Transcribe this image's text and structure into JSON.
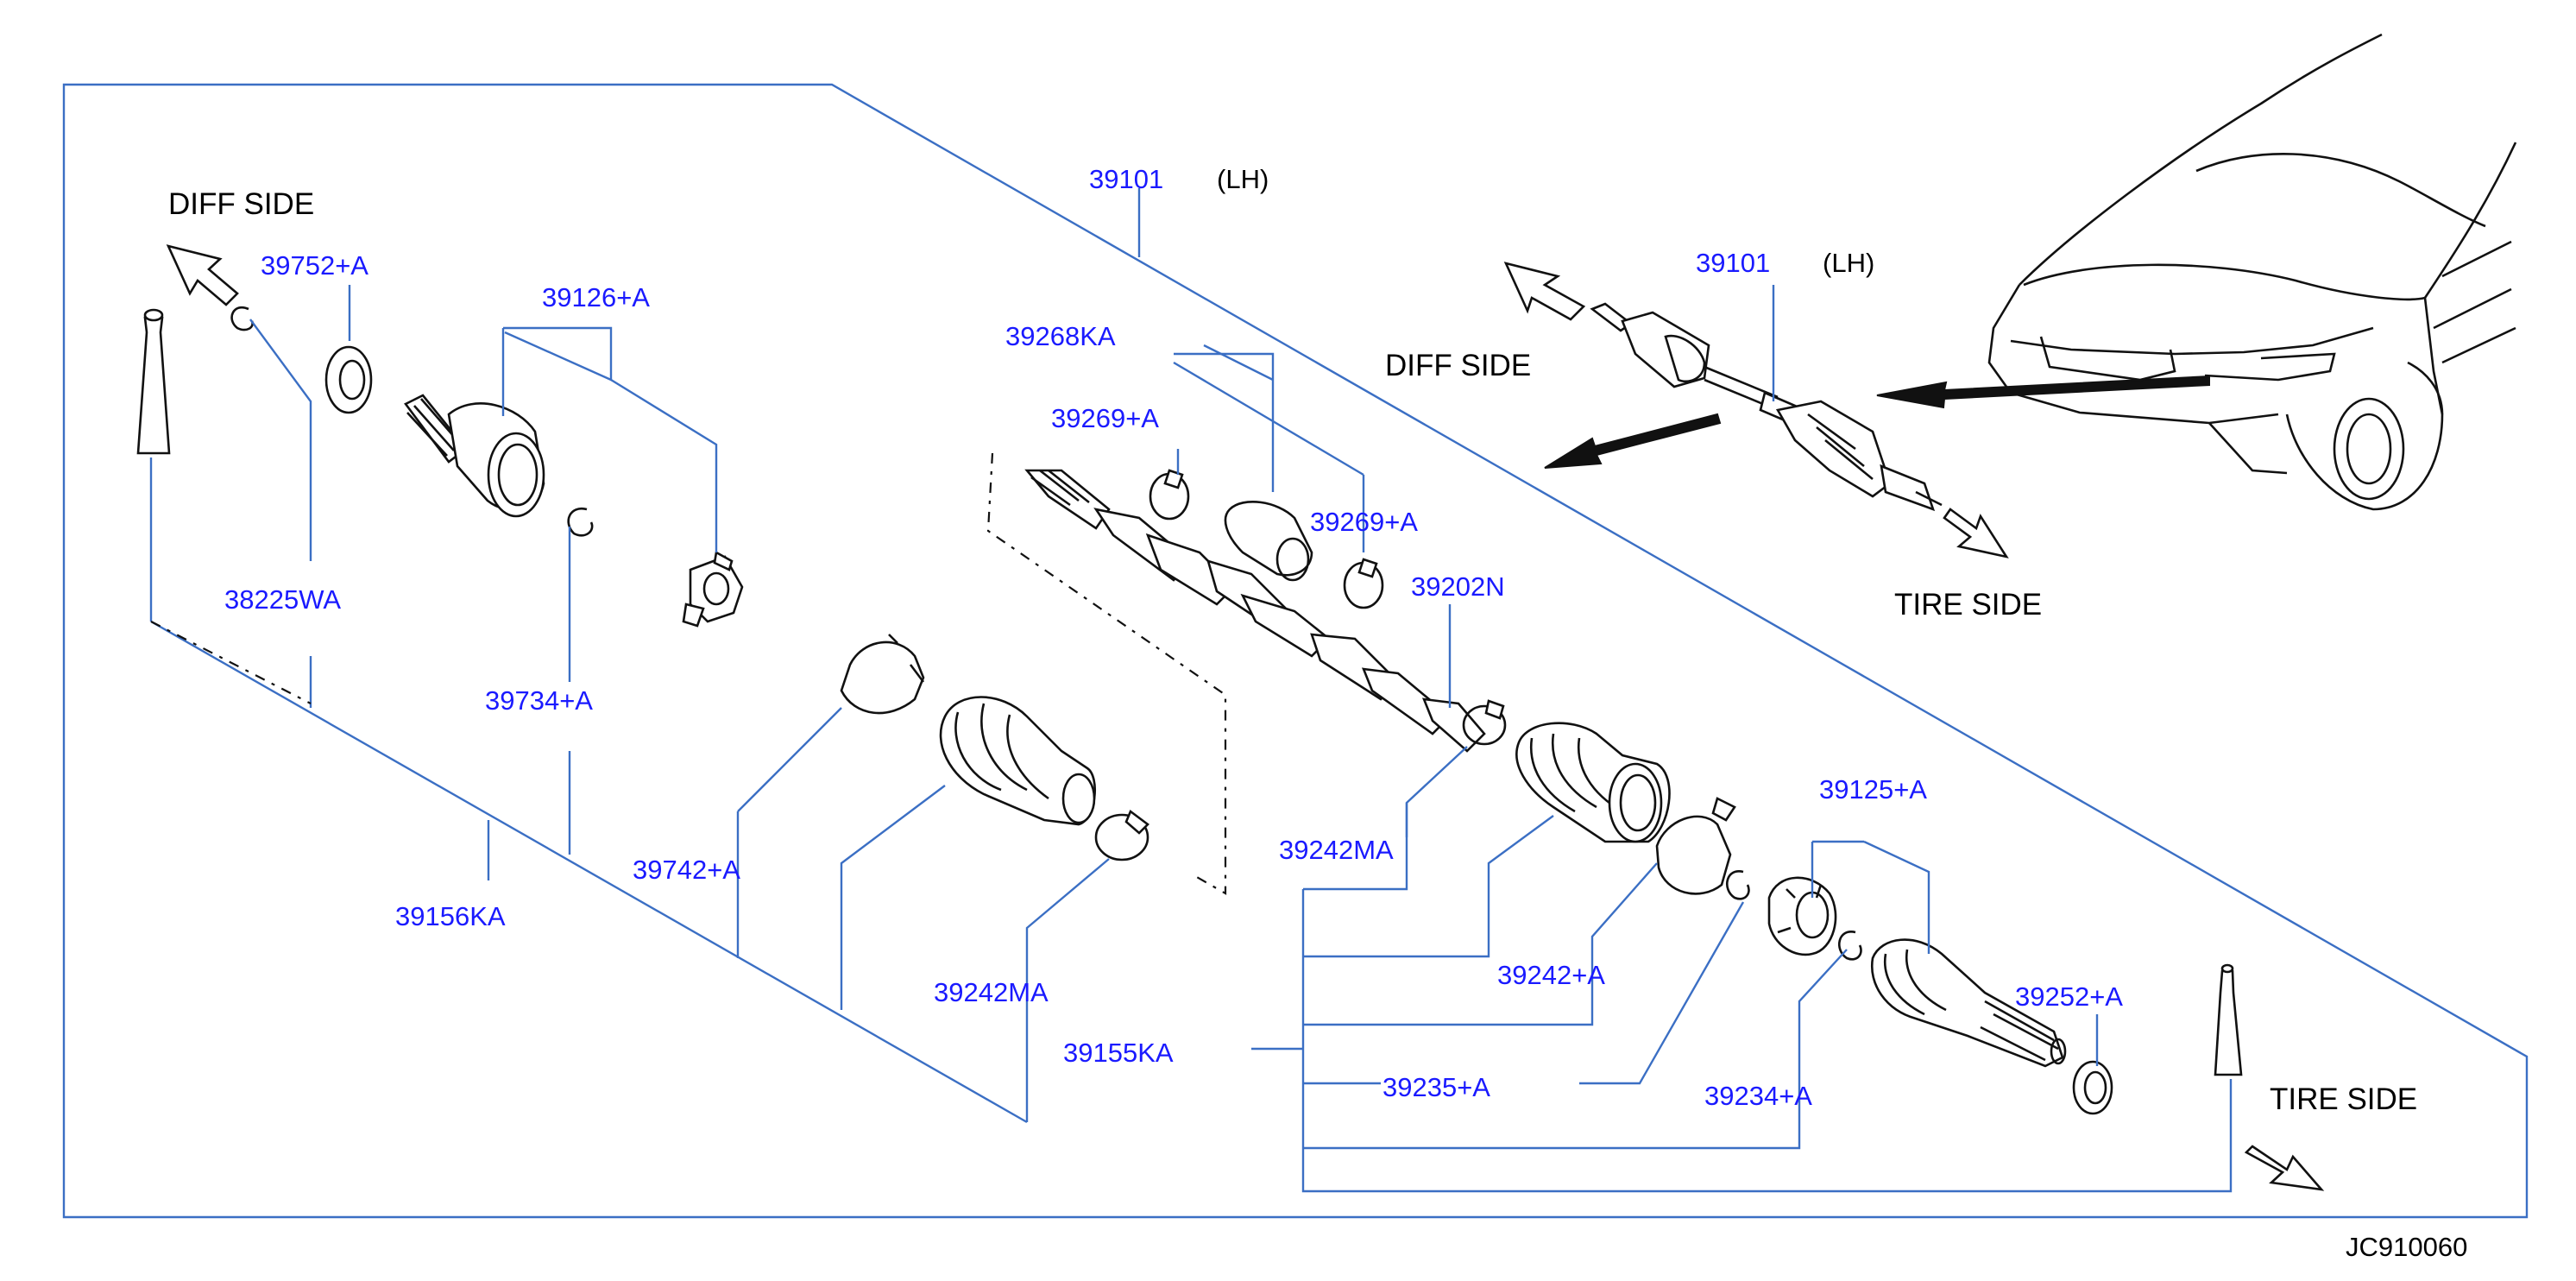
{
  "labels": {
    "main_assembly": "39101",
    "main_assembly_side": "(LH)",
    "inset_assembly": "39101",
    "inset_assembly_side": "(LH)",
    "diff_side_main": "DIFF  SIDE",
    "diff_side_inset": "DIFF  SIDE",
    "tire_side_inset": "TIRE  SIDE",
    "tire_side_main": "TIRE  SIDE",
    "diagram_code": "JC910060"
  },
  "parts": {
    "p39752": "39752+A",
    "p39126": "39126+A",
    "p38225": "38225WA",
    "p39734": "39734+A",
    "p39156": "39156KA",
    "p39742": "39742+A",
    "p39242ma_left": "39242MA",
    "p39268": "39268KA",
    "p39269_upper": "39269+A",
    "p39269_lower": "39269+A",
    "p39202": "39202N",
    "p39242ma_mid": "39242MA",
    "p39242": "39242+A",
    "p39155": "39155KA",
    "p39235": "39235+A",
    "p39125": "39125+A",
    "p39252": "39252+A",
    "p39234": "39234+A"
  },
  "colors": {
    "part_label": "#1a1aff",
    "leader_line": "#3b6fc4",
    "drawing": "#111111",
    "background": "#ffffff"
  }
}
